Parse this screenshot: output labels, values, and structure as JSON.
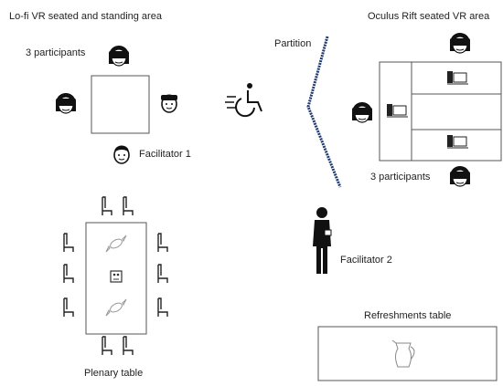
{
  "labels": {
    "lofi_area": "Lo-fi VR seated and standing area",
    "rift_area": "Oculus Rift seated VR area",
    "participants_left": "3 participants",
    "participants_right": "3 participants",
    "partition": "Partition",
    "facilitator_1": "Facilitator 1",
    "facilitator_2": "Facilitator 2",
    "refreshments_table": "Refreshments table",
    "plenary_table": "Plenary table"
  },
  "icons": {
    "vr_user": "vr-headset-person-icon",
    "facilitator_head": "person-head-icon",
    "facilitator_standing": "standing-person-icon",
    "wheelchair": "wheelchair-icon",
    "computer": "desktop-computer-icon",
    "chair": "chair-icon",
    "candy": "candy-icon",
    "mascot": "robot-toy-icon",
    "jug": "water-jug-icon"
  },
  "colors": {
    "partition": "#1f3a6e",
    "line": "#3a3a3a",
    "table_border": "#555555"
  }
}
